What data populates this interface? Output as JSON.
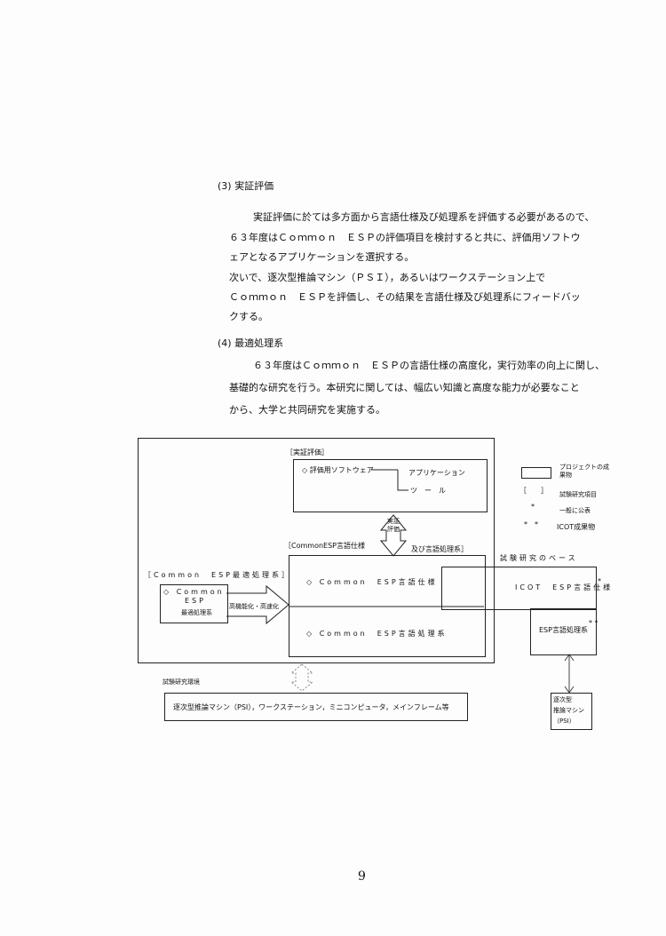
{
  "section3": {
    "heading": "(3) 実証評価",
    "lines": [
      "実証評価に於ては多方面から言語仕様及び処理系を評価する必要があるので、",
      "６３年度はＣｏｍｍｏｎ　ＥＳＰの評価項目を検討すると共に、評価用ソフトウ",
      "ェアとなるアプリケーションを選択する。",
      "次いで、逐次型推論マシン（ＰＳＩ），あるいはワークステーション上で",
      "Ｃｏｍｍｏｎ　ＥＳＰを評価し、その結果を言語仕様及び処理系にフィードバッ",
      "クする。"
    ]
  },
  "section4": {
    "heading": "(4) 最適処理系",
    "lines": [
      "６３年度はＣｏｍｍｏｎ　ＥＳＰの言語仕様の高度化，実行効率の向上に関し、",
      "基礎的な研究を行う。本研究に関しては、幅広い知識と高度な能力が必要なこと",
      "から、大学と共同研究を実施する。"
    ]
  },
  "diagram": {
    "eval_label": "［実証評価］",
    "eval_software": "◇ 評価用ソフトウェア",
    "application": "アプリケーション",
    "tool": "ツ　ー　ル",
    "arrow_label": "実証評価",
    "lang_label_left": "［CommonESP言語仕様",
    "lang_label_right": "及び言語処理系］",
    "lang_spec": "◇ Common　ESP言語仕様",
    "lang_proc": "◇ Common　ESP言語処理系",
    "opt_label": "［Common　ESP最適処理系］",
    "opt_box": [
      "◇ Common",
      "ESP",
      "最適処理系"
    ],
    "opt_arrow": "高機能化・高速化",
    "base_label": "試験研究のベース",
    "icot_spec": "ICOT　ESP言語仕様",
    "icot_spec_mark": "*",
    "esp_proc": "ESP言語処理系",
    "esp_proc_mark": "* *",
    "psi": [
      "逐次型",
      "推論マシン",
      "（PSI）"
    ],
    "env_label": "試験研究環境",
    "env_box": "逐次型推論マシン（PSI），ワークステーション，ミニコンピュータ，メインフレーム等",
    "legend": [
      {
        "sym": "",
        "text": "プロジェクトの成果物"
      },
      {
        "sym": "［　　］",
        "text": "試験研究項目"
      },
      {
        "sym": "*",
        "text": "一般に公表"
      },
      {
        "sym": "*　*",
        "text": "ICOT成果物"
      }
    ]
  },
  "page_number": "9"
}
